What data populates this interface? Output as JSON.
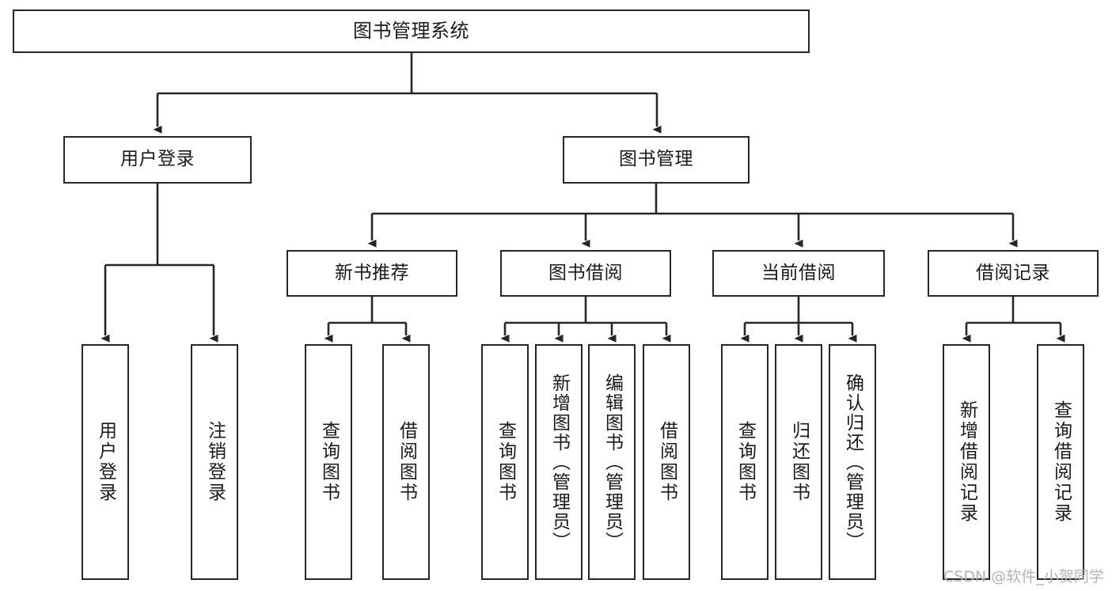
{
  "diagram": {
    "title": "图书管理系统",
    "type": "tree-hierarchy-diagram",
    "background_color": "#ffffff",
    "line_color": "#262626",
    "text_color": "#1a1a1a"
  },
  "nodes": {
    "root": {
      "label": "图书管理系统"
    },
    "level1": [
      {
        "label": "用户登录"
      },
      {
        "label": "图书管理"
      }
    ],
    "level2": [
      {
        "label": "新书推荐"
      },
      {
        "label": "图书借阅"
      },
      {
        "label": "当前借阅"
      },
      {
        "label": "借阅记录"
      }
    ],
    "leaves_user_login": [
      {
        "label": "用户登录"
      },
      {
        "label": "注销登录"
      }
    ],
    "leaves_new_book": [
      {
        "label": "查询图书"
      },
      {
        "label": "借阅图书"
      }
    ],
    "leaves_borrow": [
      {
        "label": "查询图书"
      },
      {
        "label": "新增图书（管理员）"
      },
      {
        "label": "编辑图书（管理员）"
      },
      {
        "label": "借阅图书"
      }
    ],
    "leaves_current": [
      {
        "label": "查询图书"
      },
      {
        "label": "归还图书"
      },
      {
        "label": "确认归还（管理员）"
      }
    ],
    "leaves_records": [
      {
        "label": "新增借阅记录"
      },
      {
        "label": "查询借阅记录"
      }
    ]
  },
  "watermark": {
    "text": "CSDN @软件_小贺同学",
    "color": "#b4b4b4"
  }
}
